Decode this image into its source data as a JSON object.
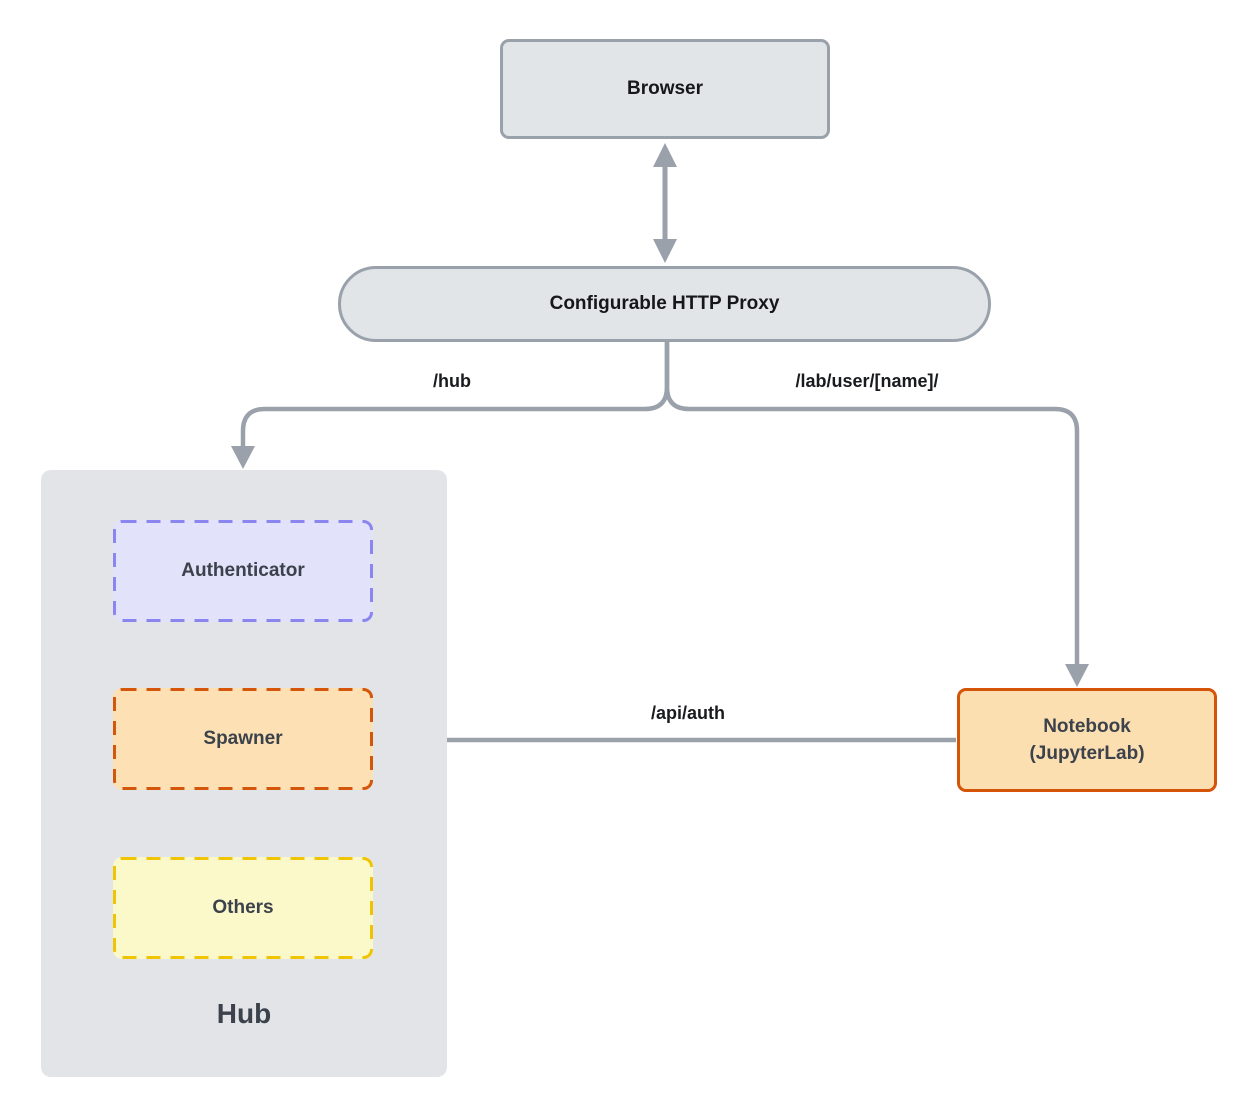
{
  "diagram": {
    "nodes": {
      "browser": {
        "label": "Browser"
      },
      "proxy": {
        "label": "Configurable HTTP Proxy"
      },
      "hub": {
        "label": "Hub"
      },
      "authenticator": {
        "label": "Authenticator"
      },
      "spawner": {
        "label": "Spawner"
      },
      "others": {
        "label": "Others"
      },
      "notebook": {
        "label": "Notebook",
        "sublabel": "(JupyterLab)"
      }
    },
    "edges": {
      "browser_proxy": {
        "from": "Browser",
        "to": "Configurable HTTP Proxy",
        "style": "bidirectional-arrow"
      },
      "proxy_hub": {
        "label": "/hub",
        "from": "Configurable HTTP Proxy",
        "to": "Hub",
        "style": "arrow"
      },
      "proxy_notebook": {
        "label": "/lab/user/[name]/",
        "from": "Configurable HTTP Proxy",
        "to": "Notebook (JupyterLab)",
        "style": "arrow"
      },
      "notebook_spawner": {
        "label": "/api/auth",
        "from": "Notebook (JupyterLab)",
        "to": "Spawner",
        "style": "arrow"
      }
    },
    "colors": {
      "connector_line": "#9aa1ab",
      "gray_node_fill": "#e2e5e8",
      "gray_node_border": "#99a1ab",
      "hub_container_fill": "#e2e4e8",
      "authenticator_fill": "#e3e2fb",
      "authenticator_border": "#8b85f0",
      "spawner_fill": "#fde1b4",
      "spawner_border": "#d4560a",
      "others_fill": "#fbf8ca",
      "others_border": "#f0c402",
      "notebook_fill": "#fcdfb1",
      "notebook_border": "#d45408",
      "heading_text": "#15171a",
      "box_label_text": "#3c424b"
    }
  }
}
